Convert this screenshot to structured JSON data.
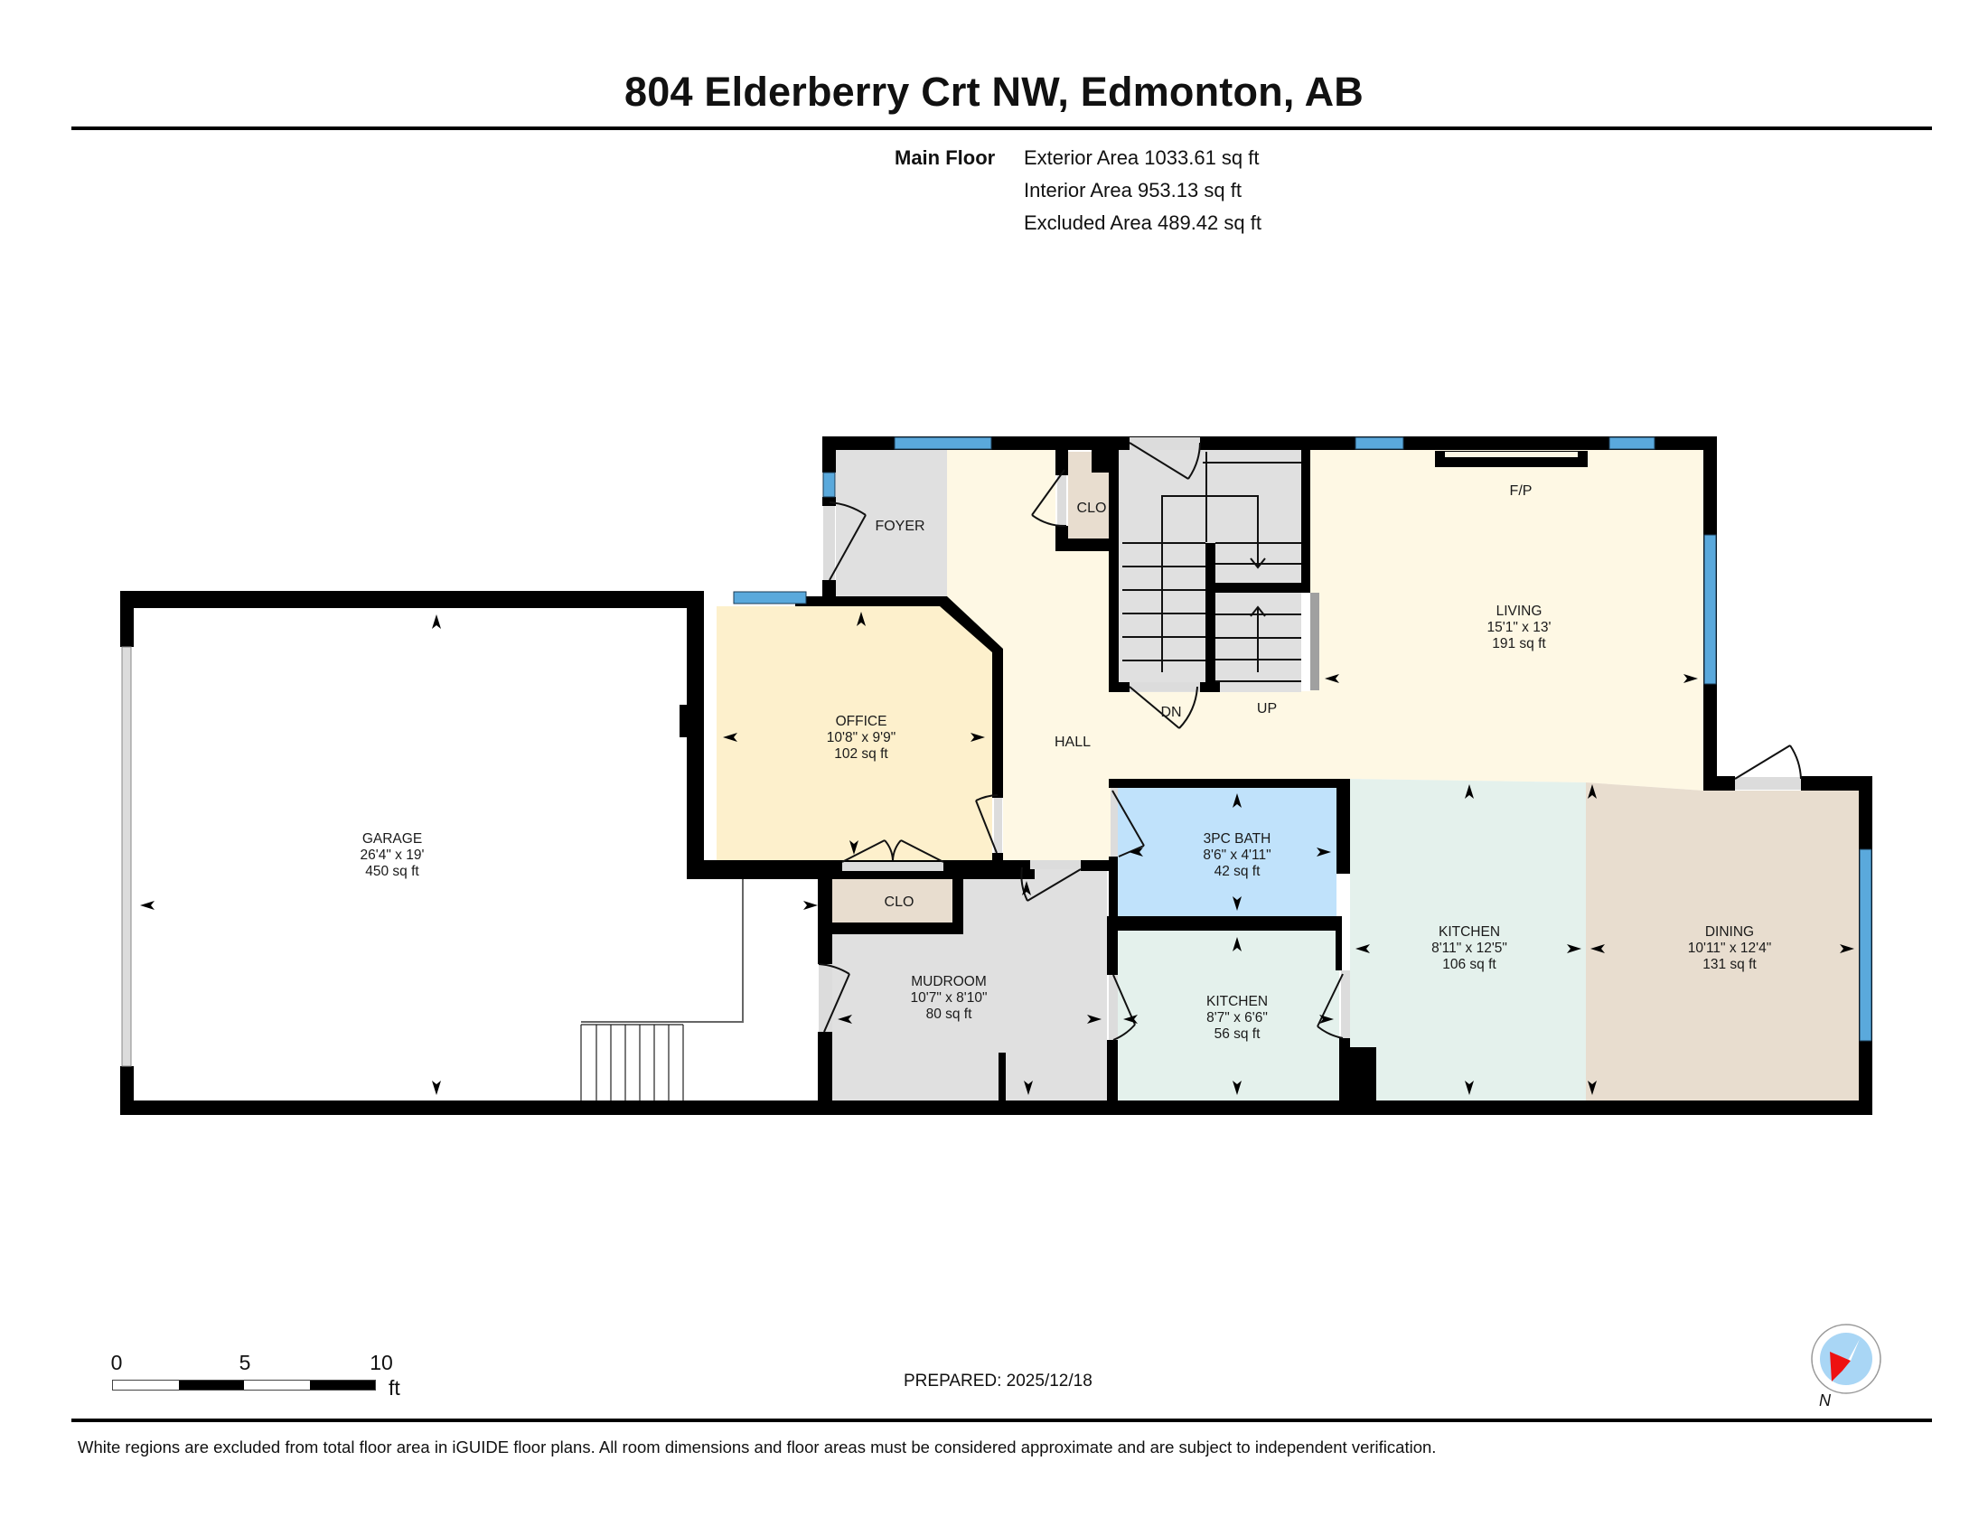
{
  "header": {
    "title": "804 Elderberry Crt NW, Edmonton, AB"
  },
  "summary": {
    "floor_label": "Main Floor",
    "exterior_area": "Exterior Area 1033.61 sq ft",
    "interior_area": "Interior Area 953.13 sq ft",
    "excluded_area": "Excluded Area 489.42 sq ft"
  },
  "rooms": {
    "garage": {
      "name": "GARAGE",
      "dim": "26'4\" x 19'",
      "area": "450 sq ft",
      "color": "#ffffff"
    },
    "office": {
      "name": "OFFICE",
      "dim": "10'8\" x 9'9\"",
      "area": "102 sq ft",
      "color": "#fdf0cc"
    },
    "living": {
      "name": "LIVING",
      "dim": "15'1\" x 13'",
      "area": "191 sq ft",
      "color": "#fef8e4"
    },
    "bath": {
      "name": "3PC BATH",
      "dim": "8'6\" x 4'11\"",
      "area": "42 sq ft",
      "color": "#c0e2fb"
    },
    "kitchen_main": {
      "name": "KITCHEN",
      "dim": "8'11\" x 12'5\"",
      "area": "106 sq ft",
      "color": "#e4f1ec"
    },
    "dining": {
      "name": "DINING",
      "dim": "10'11\" x 12'4\"",
      "area": "131 sq ft",
      "color": "#e8ddcf"
    },
    "mudroom": {
      "name": "MUDROOM",
      "dim": "10'7\" x 8'10\"",
      "area": "80 sq ft",
      "color": "#e0e0e0"
    },
    "kitchen_small": {
      "name": "KITCHEN",
      "dim": "8'7\" x 6'6\"",
      "area": "56 sq ft",
      "color": "#e4f1ec"
    }
  },
  "labels": {
    "foyer": "FOYER",
    "hall": "HALL",
    "clo_upper": "CLO",
    "clo_lower": "CLO",
    "fireplace": "F/P",
    "stairs_down": "DN",
    "stairs_up": "UP"
  },
  "colors": {
    "wall": "#000000",
    "window": "#5aa9dc",
    "foyer": "#e0e0e0",
    "hall": "#fef8e4",
    "closet": "#e8ddcf",
    "stairs": "#e0e0e0",
    "door_sill": "#dcdcdc"
  },
  "scale_bar": {
    "ticks": [
      "0",
      "5",
      "10"
    ],
    "unit": "ft"
  },
  "footer": {
    "prepared": "PREPARED: 2025/12/18",
    "compass_label": "N",
    "disclaimer": "White regions are excluded from total floor area in iGUIDE floor plans. All room dimensions and floor areas must be considered approximate and are subject to independent verification."
  }
}
